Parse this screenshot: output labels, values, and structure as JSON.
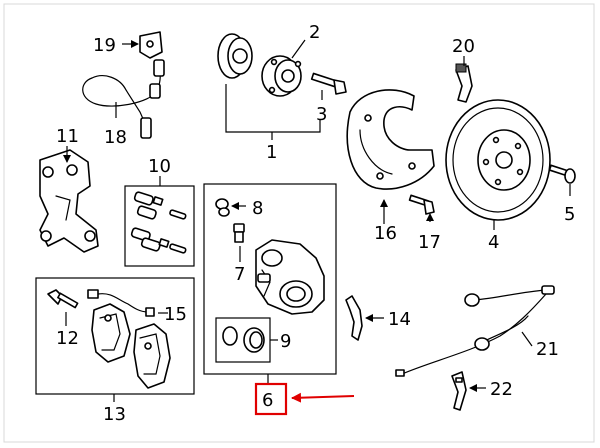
{
  "labels": {
    "p1": "1",
    "p2": "2",
    "p3": "3",
    "p4": "4",
    "p5": "5",
    "p6": "6",
    "p7": "7",
    "p8": "8",
    "p9": "9",
    "p10": "10",
    "p11": "11",
    "p12": "12",
    "p13": "13",
    "p14": "14",
    "p15": "15",
    "p16": "16",
    "p17": "17",
    "p18": "18",
    "p19": "19",
    "p20": "20",
    "p21": "21",
    "p22": "22"
  },
  "highlight": {
    "part": "6",
    "color": "#e00000"
  }
}
